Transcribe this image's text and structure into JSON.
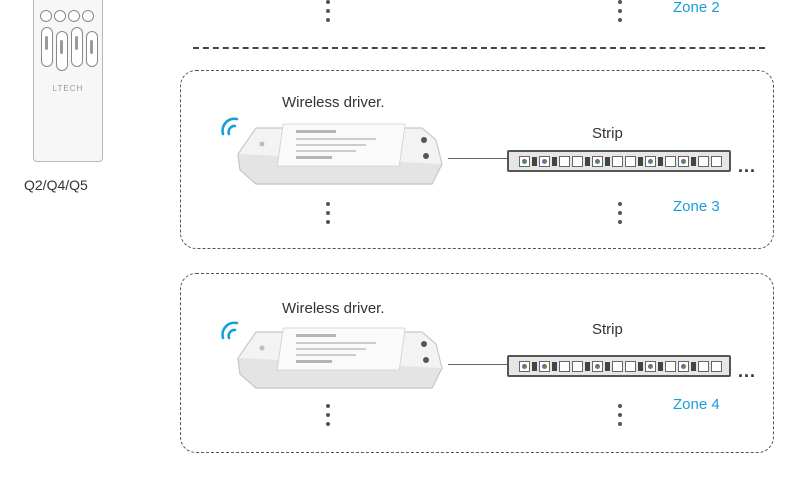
{
  "remote": {
    "brand": "LTECH",
    "caption": "Q2/Q4/Q5"
  },
  "zones": [
    {
      "label": "Zone 2"
    },
    {
      "label": "Zone 3",
      "driver_label": "Wireless driver.",
      "strip_label": "Strip",
      "more": "..."
    },
    {
      "label": "Zone 4",
      "driver_label": "Wireless driver.",
      "strip_label": "Strip",
      "more": "..."
    }
  ],
  "colors": {
    "zone_label": "#1a9ed9",
    "signal": "#1a9ed9"
  },
  "icons": [
    "wireless-signal-icon",
    "vertical-ellipsis-icon",
    "horizontal-ellipsis-icon"
  ]
}
